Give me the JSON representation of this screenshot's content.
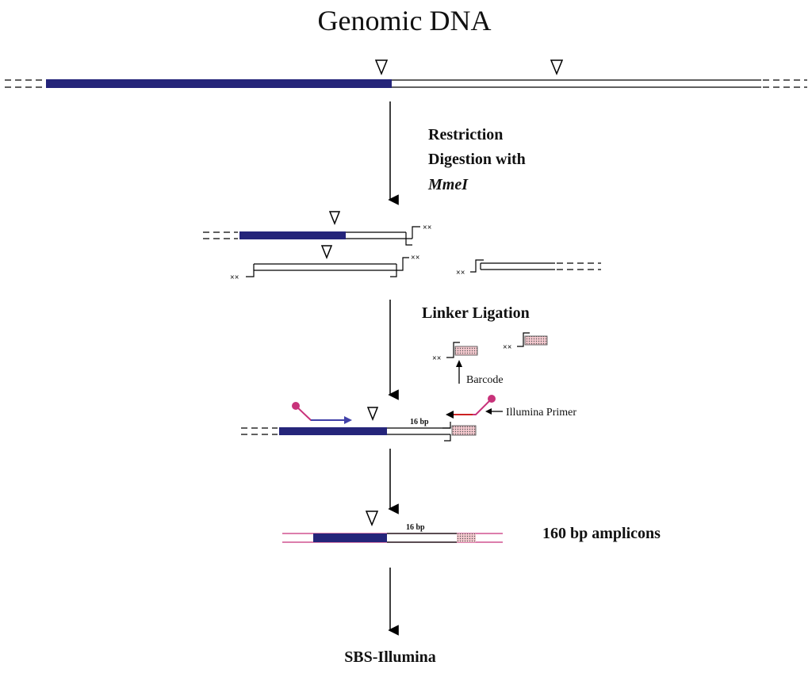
{
  "title": "Genomic DNA",
  "steps": {
    "restriction_line1": "Restriction",
    "restriction_line2": "Digestion with",
    "restriction_enzyme": "MmeI",
    "linker_ligation": "Linker Ligation",
    "amplicons": "160 bp amplicons",
    "sequencing": "SBS-Illumina"
  },
  "annotations": {
    "barcode": "Barcode",
    "illumina_primer": "Illumina Primer",
    "fragment_length_1": "16 bp",
    "fragment_length_2": "16 bp"
  },
  "colors": {
    "dna_highlight": "#25257a",
    "primer": "#c8327a",
    "primer_arrow": "#4040a8",
    "barcode_fill": "#f2b8c0",
    "reverse_arrow": "#cc2222"
  }
}
